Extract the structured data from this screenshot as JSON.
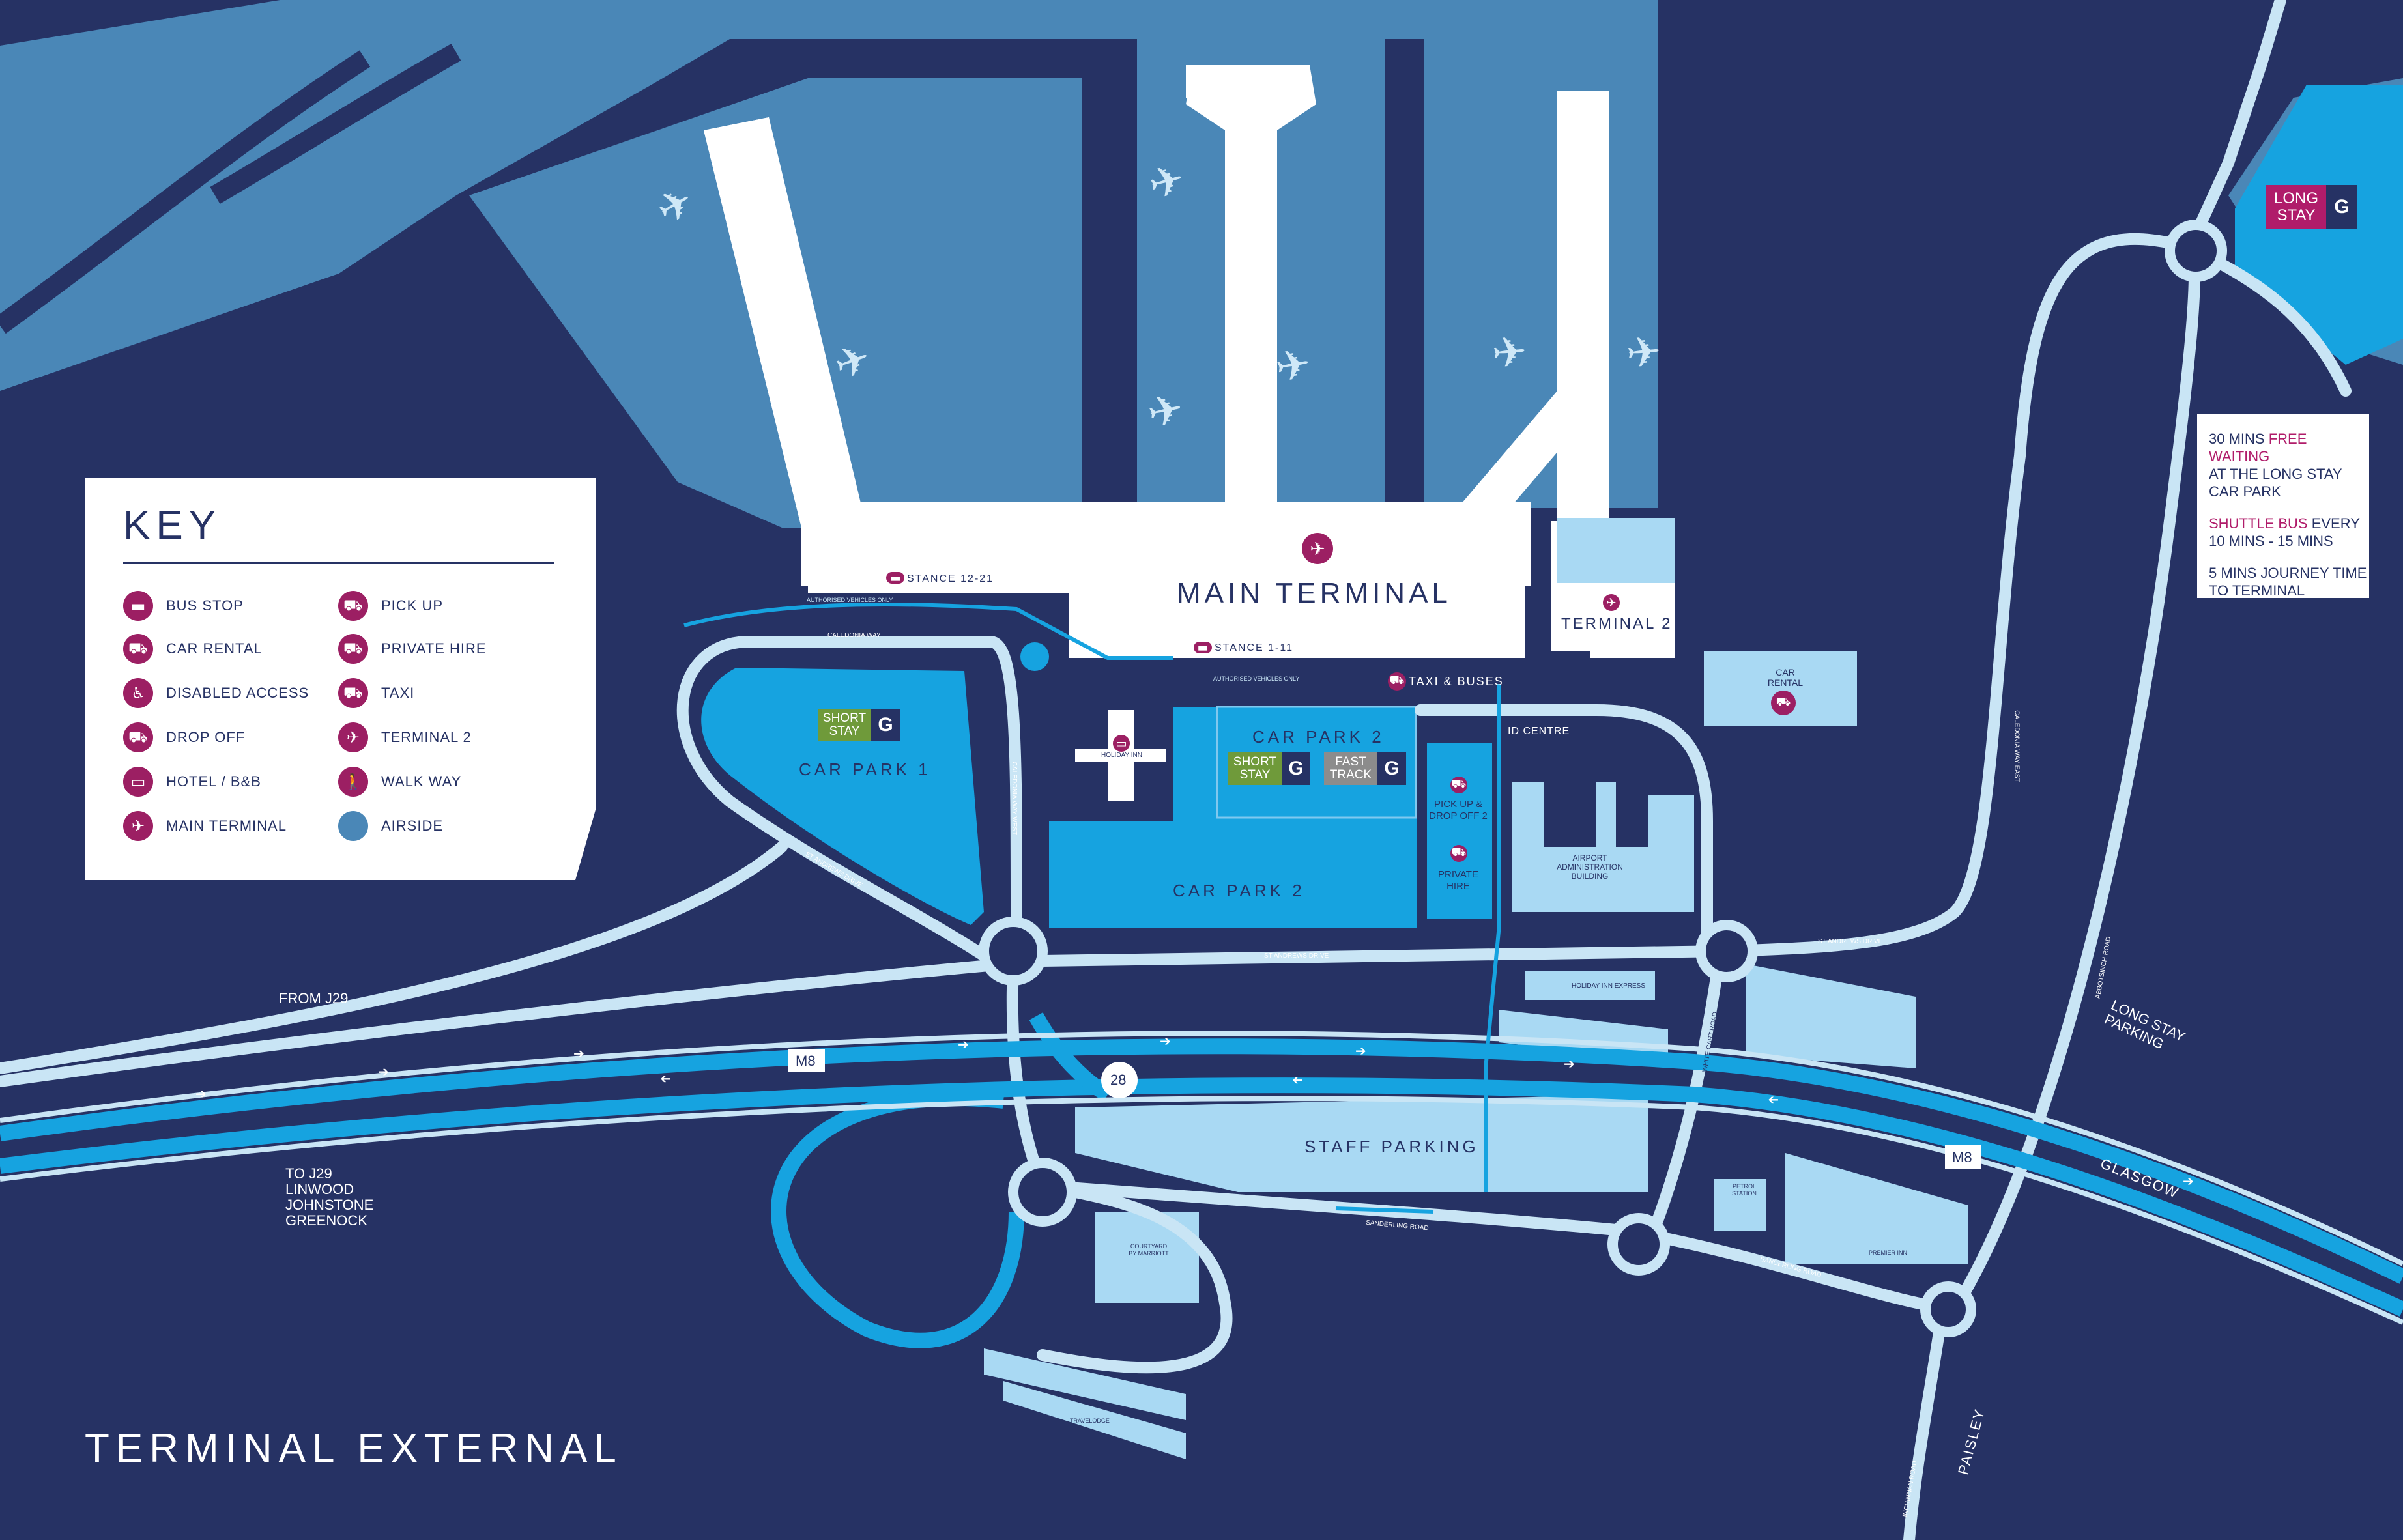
{
  "key": {
    "title": "KEY",
    "items": [
      {
        "label": "BUS STOP",
        "icon": "bus-icon",
        "glyph": "▬"
      },
      {
        "label": "CAR RENTAL",
        "icon": "car-rental-icon",
        "glyph": "⛟"
      },
      {
        "label": "DISABLED ACCESS",
        "icon": "wheelchair-icon",
        "glyph": "♿"
      },
      {
        "label": "DROP OFF",
        "icon": "drop-off-icon",
        "glyph": "⛟"
      },
      {
        "label": "HOTEL / B&B",
        "icon": "bed-icon",
        "glyph": "▭"
      },
      {
        "label": "MAIN TERMINAL",
        "icon": "plane-departure-icon",
        "glyph": "✈"
      },
      {
        "label": "PICK UP",
        "icon": "pick-up-icon",
        "glyph": "⛟"
      },
      {
        "label": "PRIVATE HIRE",
        "icon": "private-hire-icon",
        "glyph": "⛟"
      },
      {
        "label": "TAXI",
        "icon": "taxi-icon",
        "glyph": "⛟"
      },
      {
        "label": "TERMINAL 2",
        "icon": "plane-arrival-icon",
        "glyph": "✈"
      },
      {
        "label": "WALK WAY",
        "icon": "walking-person-icon",
        "glyph": "🚶"
      },
      {
        "label": "AIRSIDE",
        "icon": "airside-swatch",
        "glyph": ""
      }
    ]
  },
  "info": {
    "free_wait_pre": "30 MINS ",
    "free_wait_hl": "FREE WAITING",
    "free_wait_post": "AT THE LONG STAY CAR PARK",
    "shuttle_hl": "SHUTTLE BUS",
    "shuttle_post": " EVERY 10 MINS - 15 MINS",
    "journey": "5 MINS JOURNEY TIME TO TERMINAL"
  },
  "labels": {
    "main_terminal": "MAIN TERMINAL",
    "terminal_2": "TERMINAL 2",
    "car_park_1": "CAR PARK 1",
    "car_park_2_top": "CAR PARK 2",
    "car_park_2_bottom": "CAR PARK 2",
    "staff_parking": "STAFF PARKING",
    "stance_12_21": "STANCE 12-21",
    "stance_1_11": "STANCE 1-11",
    "taxi_buses": "TAXI & BUSES",
    "car_rental": "CAR RENTAL",
    "id_centre": "ID CENTRE",
    "pickup_dropoff": "PICK UP & DROP OFF 2",
    "private_hire": "PRIVATE HIRE",
    "airport_admin": "AIRPORT ADMINISTRATION BUILDING",
    "holiday_inn": "HOLIDAY INN",
    "holiday_inn_express": "HOLIDAY INN EXPRESS",
    "courtyard": "COURTYARD BY MARRIOTT",
    "travelodge": "TRAVELODGE",
    "premier_inn": "PREMIER INN",
    "petrol_station": "PETROL STATION",
    "from_j29": "FROM J29",
    "to_j29": "TO J29\nLINWOOD\nJOHNSTONE\nGREENOCK",
    "long_stay_parking": "LONG STAY PARKING",
    "glasgow": "GLASGOW",
    "paisley": "PAISLEY",
    "m8_a": "M8",
    "m8_b": "M8",
    "junction_28": "28",
    "map_title": "TERMINAL EXTERNAL",
    "st_andrews_drive_a": "ST ANDREWS DRIVE",
    "st_andrews_drive_b": "ST ANDREWS DRIVE",
    "st_andrews_drive_c": "ST ANDREWS DRIVE",
    "caledonia_way": "CALEDONIA WAY",
    "caledonia_way_west": "CALEDONIA WAY WEST",
    "caledonia_way_east": "CALEDONIA WAY EAST",
    "white_cart_road": "WHITE CART ROAD",
    "inchinnan_road": "INCHINNAN ROAD",
    "abbotsinch_road": "ABBOTSINCH ROAD",
    "sanderling_road_a": "SANDERLING ROAD",
    "sanderling_road_b": "SANDERLING ROAD",
    "authorised_a": "AUTHORISED VEHICLES ONLY",
    "authorised_b": "AUTHORISED VEHICLES ONLY"
  },
  "badges": {
    "short_stay_cp1": {
      "text": "SHORT STAY",
      "g": "G",
      "color": "#6f9a3a"
    },
    "short_stay_cp2": {
      "text": "SHORT STAY",
      "g": "G",
      "color": "#6f9a3a"
    },
    "fast_track_cp2": {
      "text": "FAST TRACK",
      "g": "G",
      "color": "#8c8c8c"
    },
    "long_stay": {
      "text": "LONG STAY",
      "g": "G",
      "color": "#b01c6a"
    }
  },
  "colors": {
    "background": "#263264",
    "airside": "#4a87b7",
    "road": "#c9e5f5",
    "motorway": "#16a3e0",
    "car_park": "#16a3e0",
    "building_light": "#a9d9f3",
    "accent": "#9c1f63"
  }
}
